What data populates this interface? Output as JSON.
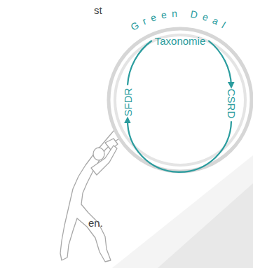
{
  "diagram": {
    "nodes": [
      {
        "text": [
          "Green Deal"
        ]
      },
      {
        "text": [
          "Taxonomie"
        ],
        "in": 0
      },
      {
        "text": [
          "CSRD"
        ],
        "in": 0
      },
      {
        "text": [
          "SFDR"
        ],
        "in": 0
      }
    ],
    "edges": [
      {
        "from": 1,
        "to": 2,
        "arrow": "to"
      },
      {
        "from": 2,
        "to": 3,
        "arrow": "to"
      },
      {
        "from": 3,
        "to": 1,
        "arrow": "none"
      }
    ],
    "labels": [
      "st",
      "en."
    ]
  }
}
